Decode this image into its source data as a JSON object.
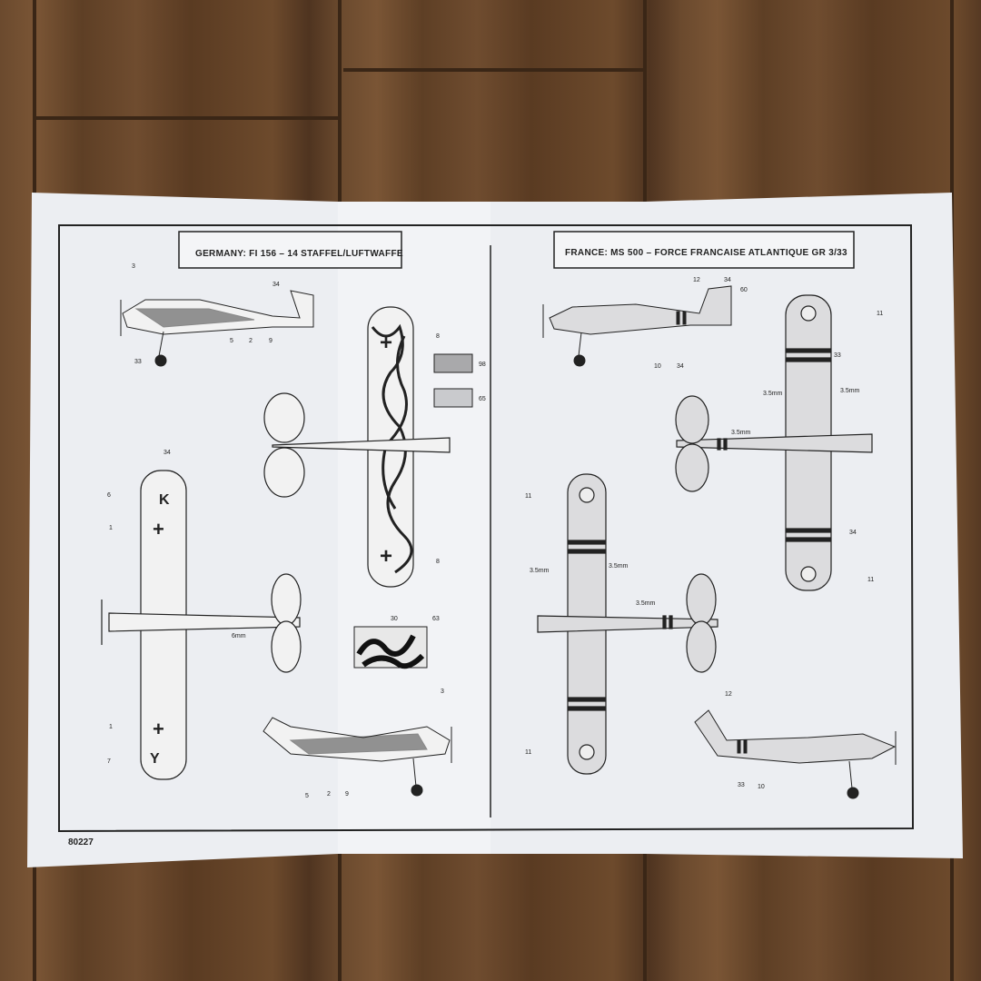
{
  "sheet": {
    "code": "80227",
    "left_title": "GERMANY: FI 156 – 14 STAFFEL/LUFTWAFFE",
    "right_title": "FRANCE: MS 500 – FORCE FRANCAISE ATLANTIQUE GR 3/33"
  },
  "germany": {
    "side_top_callouts": [
      "3",
      "34",
      "33",
      "5",
      "2",
      "9"
    ],
    "top_view_callouts": [
      "8",
      "8"
    ],
    "swatches": [
      {
        "label": "98",
        "color": "#a9a9ab"
      },
      {
        "label": "65",
        "color": "#c9cacd"
      }
    ],
    "camo_callouts": [
      "30",
      "63"
    ],
    "under_view_callouts": [
      "34",
      "6",
      "1",
      "1",
      "7",
      "6mm"
    ],
    "under_view_markings": [
      "K",
      "Y"
    ],
    "side_bottom_callouts": [
      "3",
      "5",
      "2",
      "9"
    ]
  },
  "france": {
    "side_top_callouts": [
      "12",
      "34",
      "60",
      "10",
      "34"
    ],
    "top_view_callouts": [
      "11",
      "33",
      "3.5mm",
      "3.5mm",
      "3.5mm",
      "34",
      "11"
    ],
    "under_view_callouts": [
      "11",
      "3.5mm",
      "3.5mm",
      "3.5mm",
      "11"
    ],
    "side_bottom_callouts": [
      "12",
      "33",
      "10"
    ]
  }
}
